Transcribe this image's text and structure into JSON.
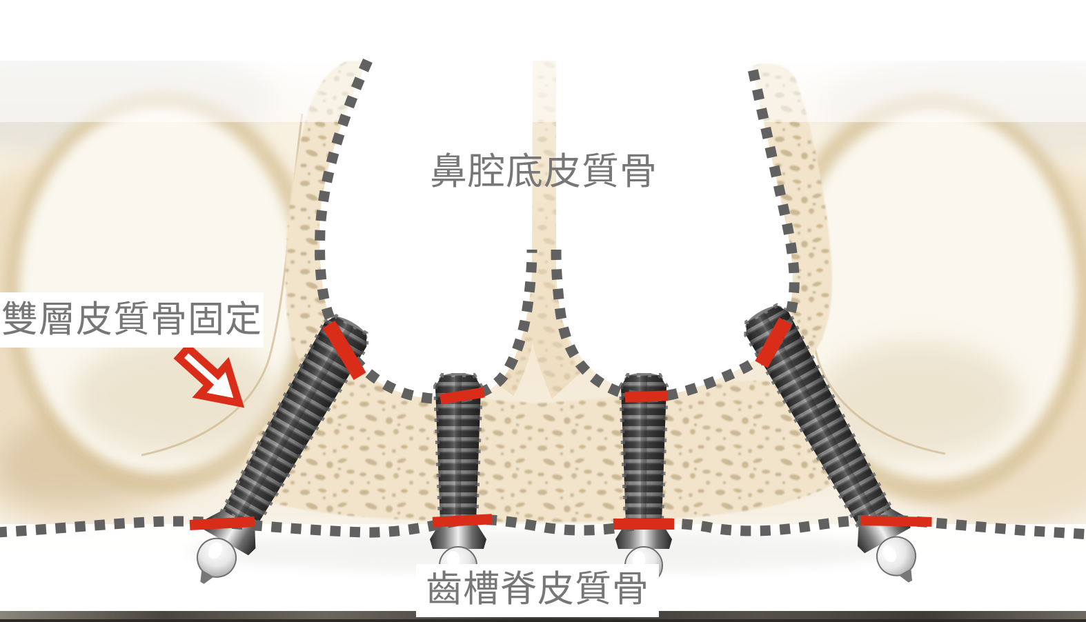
{
  "diagram": {
    "type": "dental-implant-bicortical-anchorage-cross-section",
    "labels": {
      "nasal_floor_cortical_bone": "鼻腔底皮質骨",
      "bicortical_fixation": "雙層皮質骨固定",
      "alveolar_ridge_cortical_bone": "齒槽脊皮質骨"
    },
    "colors": {
      "marker_red": "#d92d1a",
      "dashed_line_gray": "#616161",
      "label_text_gray": "#777777",
      "bone_tan": "#f1e3c9",
      "bone_speckle": "#b59c72",
      "implant_dark_gray": "#4a4a4a"
    },
    "counts": {
      "implants": 4,
      "red_cortical_markers": 8
    }
  }
}
